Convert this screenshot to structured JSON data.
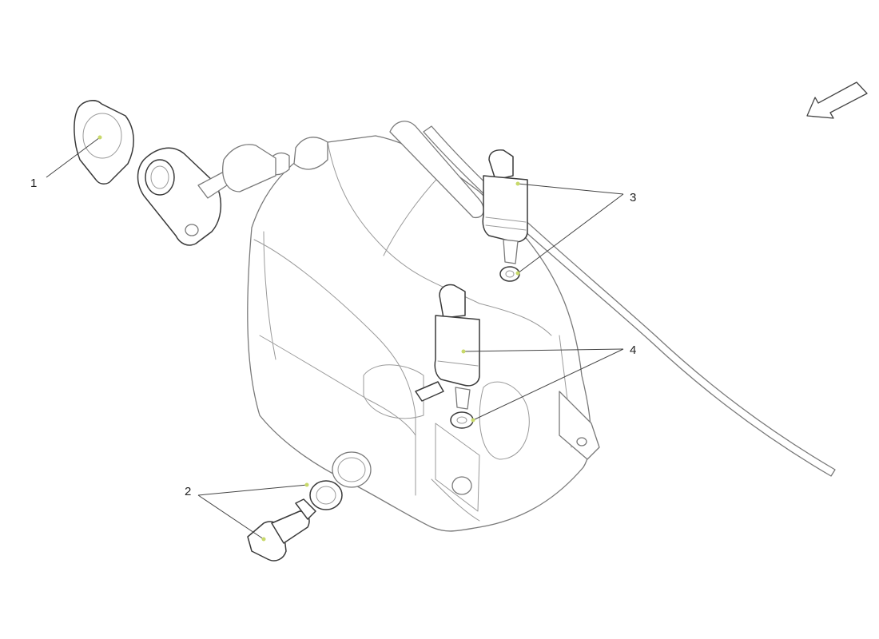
{
  "callouts": [
    {
      "id": "1",
      "label": "1"
    },
    {
      "id": "2",
      "label": "2"
    },
    {
      "id": "3",
      "label": "3"
    },
    {
      "id": "4",
      "label": "4"
    }
  ],
  "colors": {
    "line": "#7a7a7a",
    "dark_line": "#3a3a3a",
    "reference_dot": "#c8d96a",
    "background": "#ffffff"
  }
}
